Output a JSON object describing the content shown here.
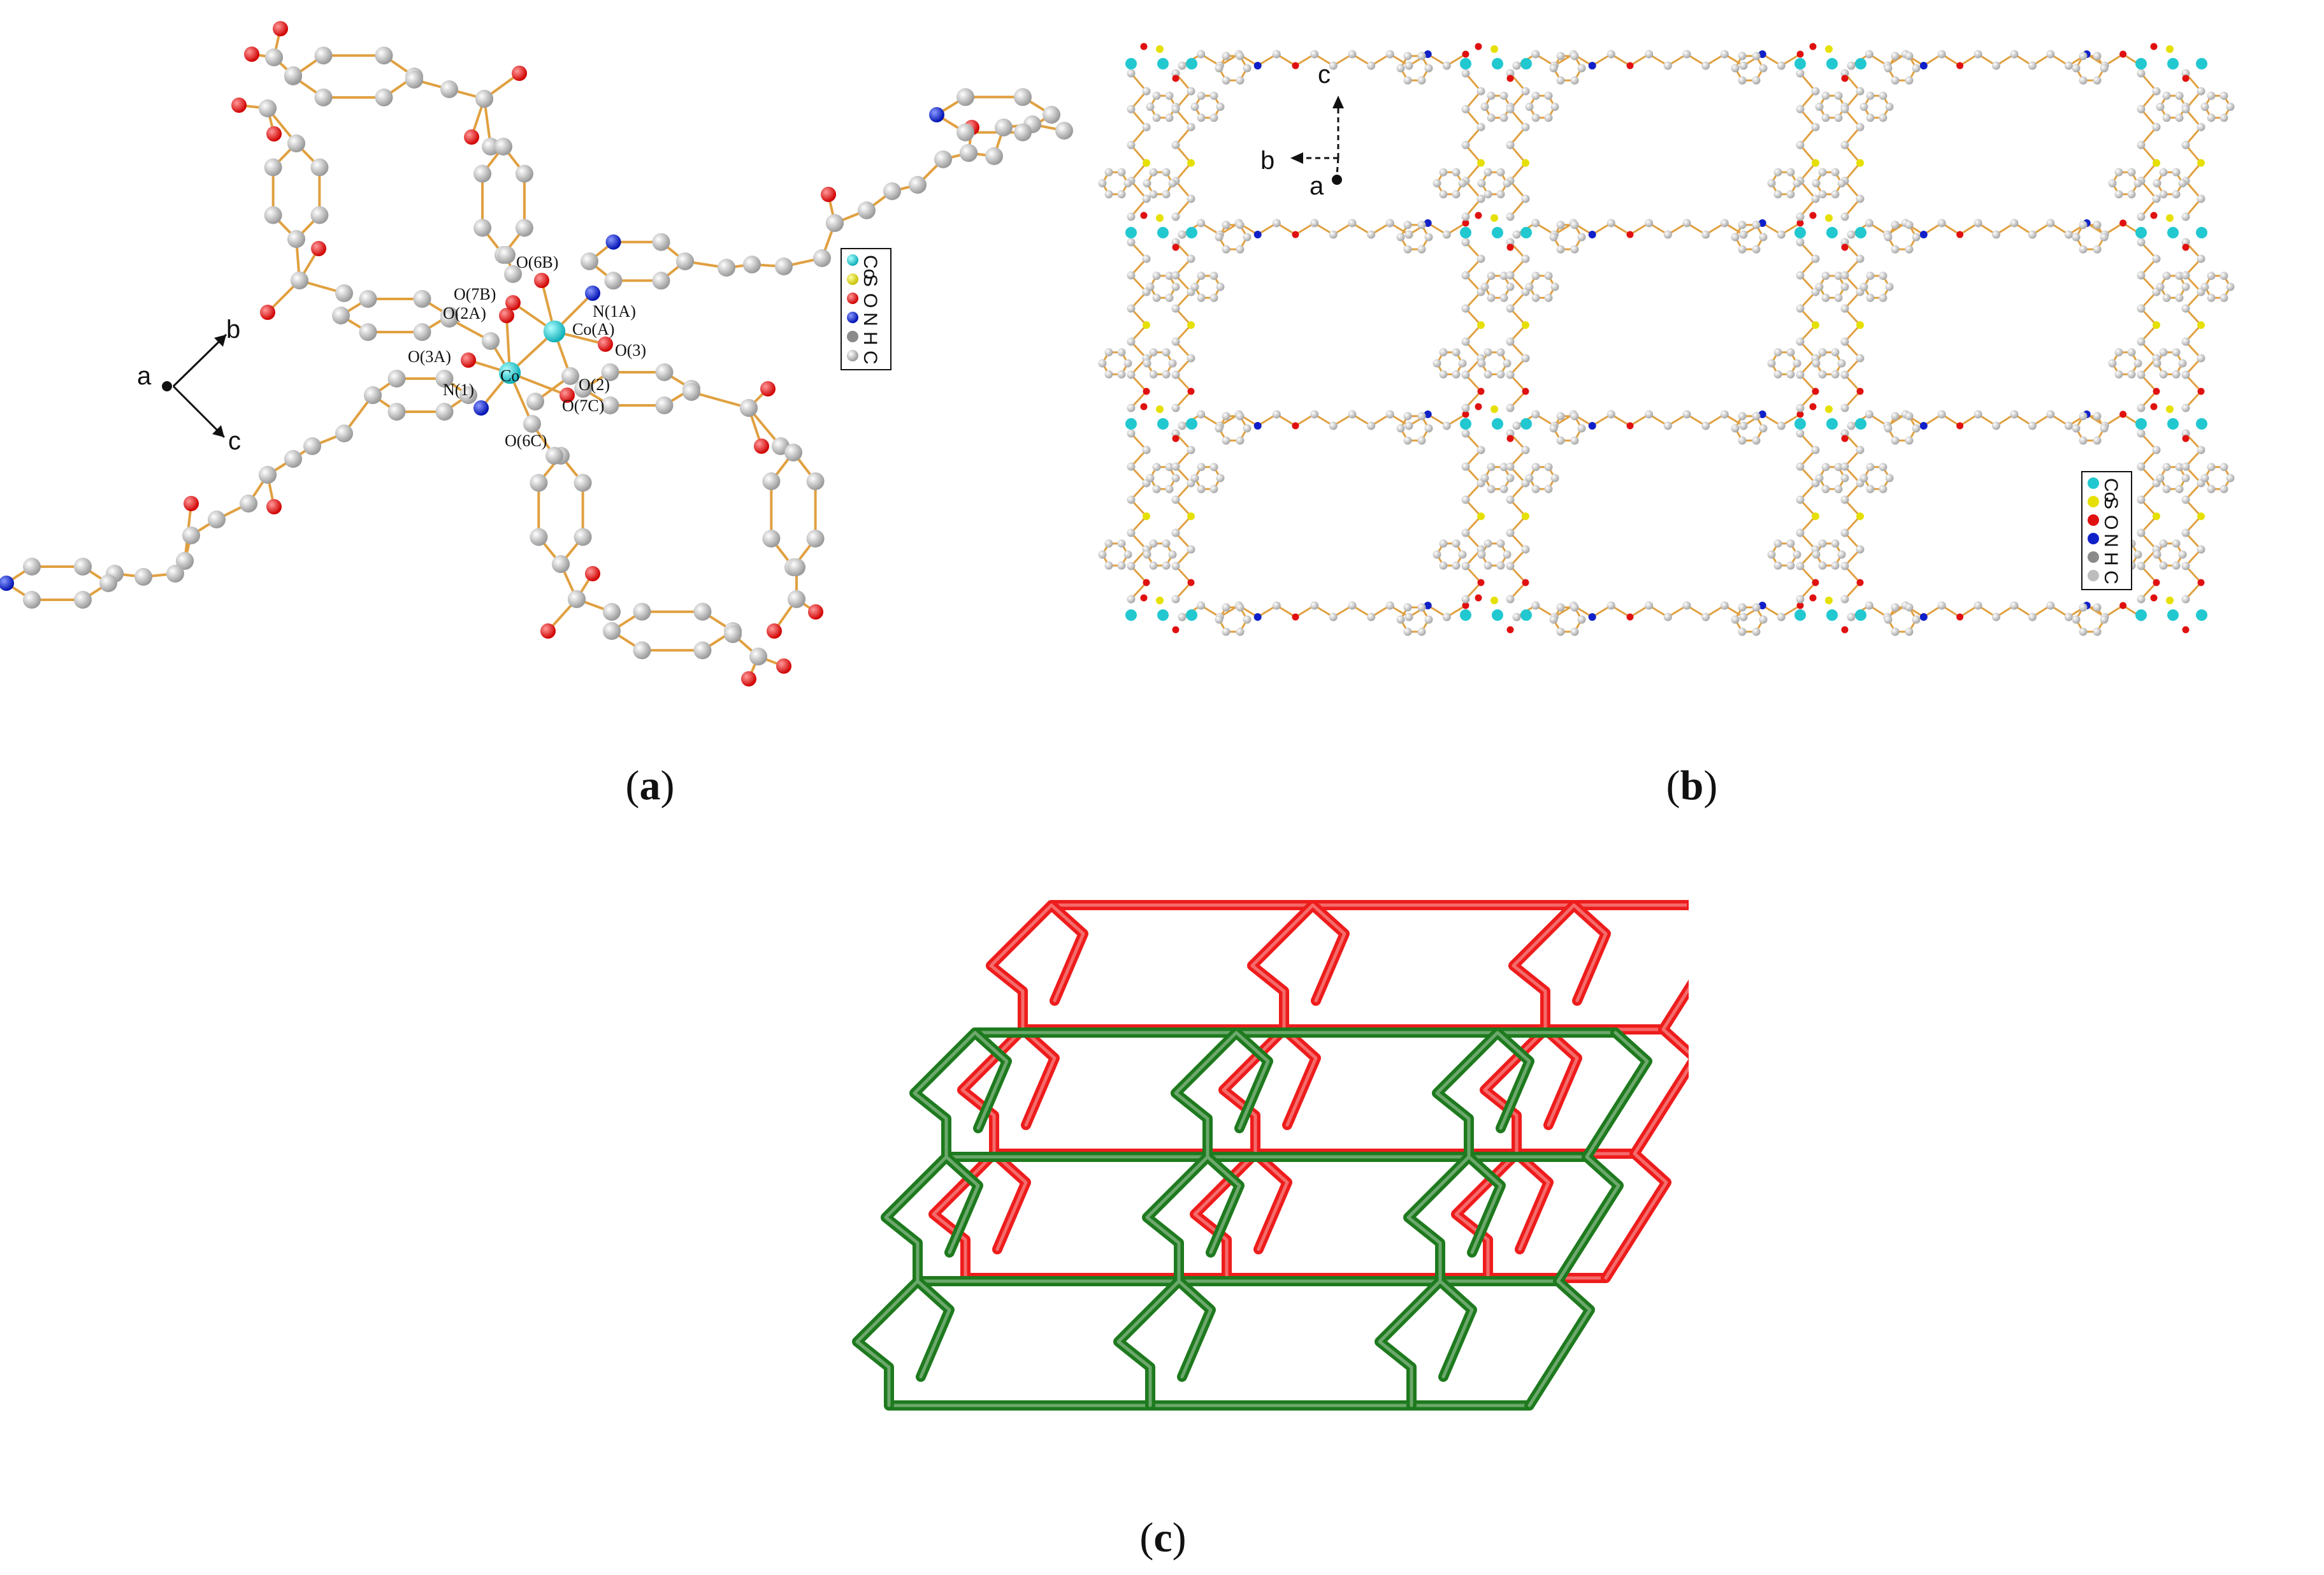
{
  "captions": {
    "a": {
      "open": "(",
      "letter": "a",
      "close": ")"
    },
    "b": {
      "open": "(",
      "letter": "b",
      "close": ")"
    },
    "c": {
      "open": "(",
      "letter": "c",
      "close": ")"
    }
  },
  "panel_a": {
    "atom_labels": [
      "O(6B)",
      "O(7B)",
      "O(2A)",
      "N(1A)",
      "Co(A)",
      "O(3A)",
      "O(3)",
      "N(1)",
      "Co",
      "O(2)",
      "O(7C)",
      "O(6C)"
    ],
    "axes": {
      "a": "a",
      "b": "b",
      "c": "c"
    },
    "legend": [
      "Co",
      "S",
      "O",
      "N",
      "H",
      "C"
    ]
  },
  "panel_b": {
    "axes": {
      "a": "a",
      "b": "b",
      "c": "c"
    },
    "legend": [
      "Co",
      "S",
      "O",
      "N",
      "H",
      "C"
    ]
  },
  "colors": {
    "cobalt": "#22c8d0",
    "sulfur": "#e6e000",
    "oxygen": "#e01010",
    "nitrogen": "#1020c8",
    "hydrogen": "#909090",
    "carbon": "#b4b4b4",
    "bond": "#e0a040",
    "net_green": "#1e7a1e",
    "net_red": "#ee1c1c"
  }
}
